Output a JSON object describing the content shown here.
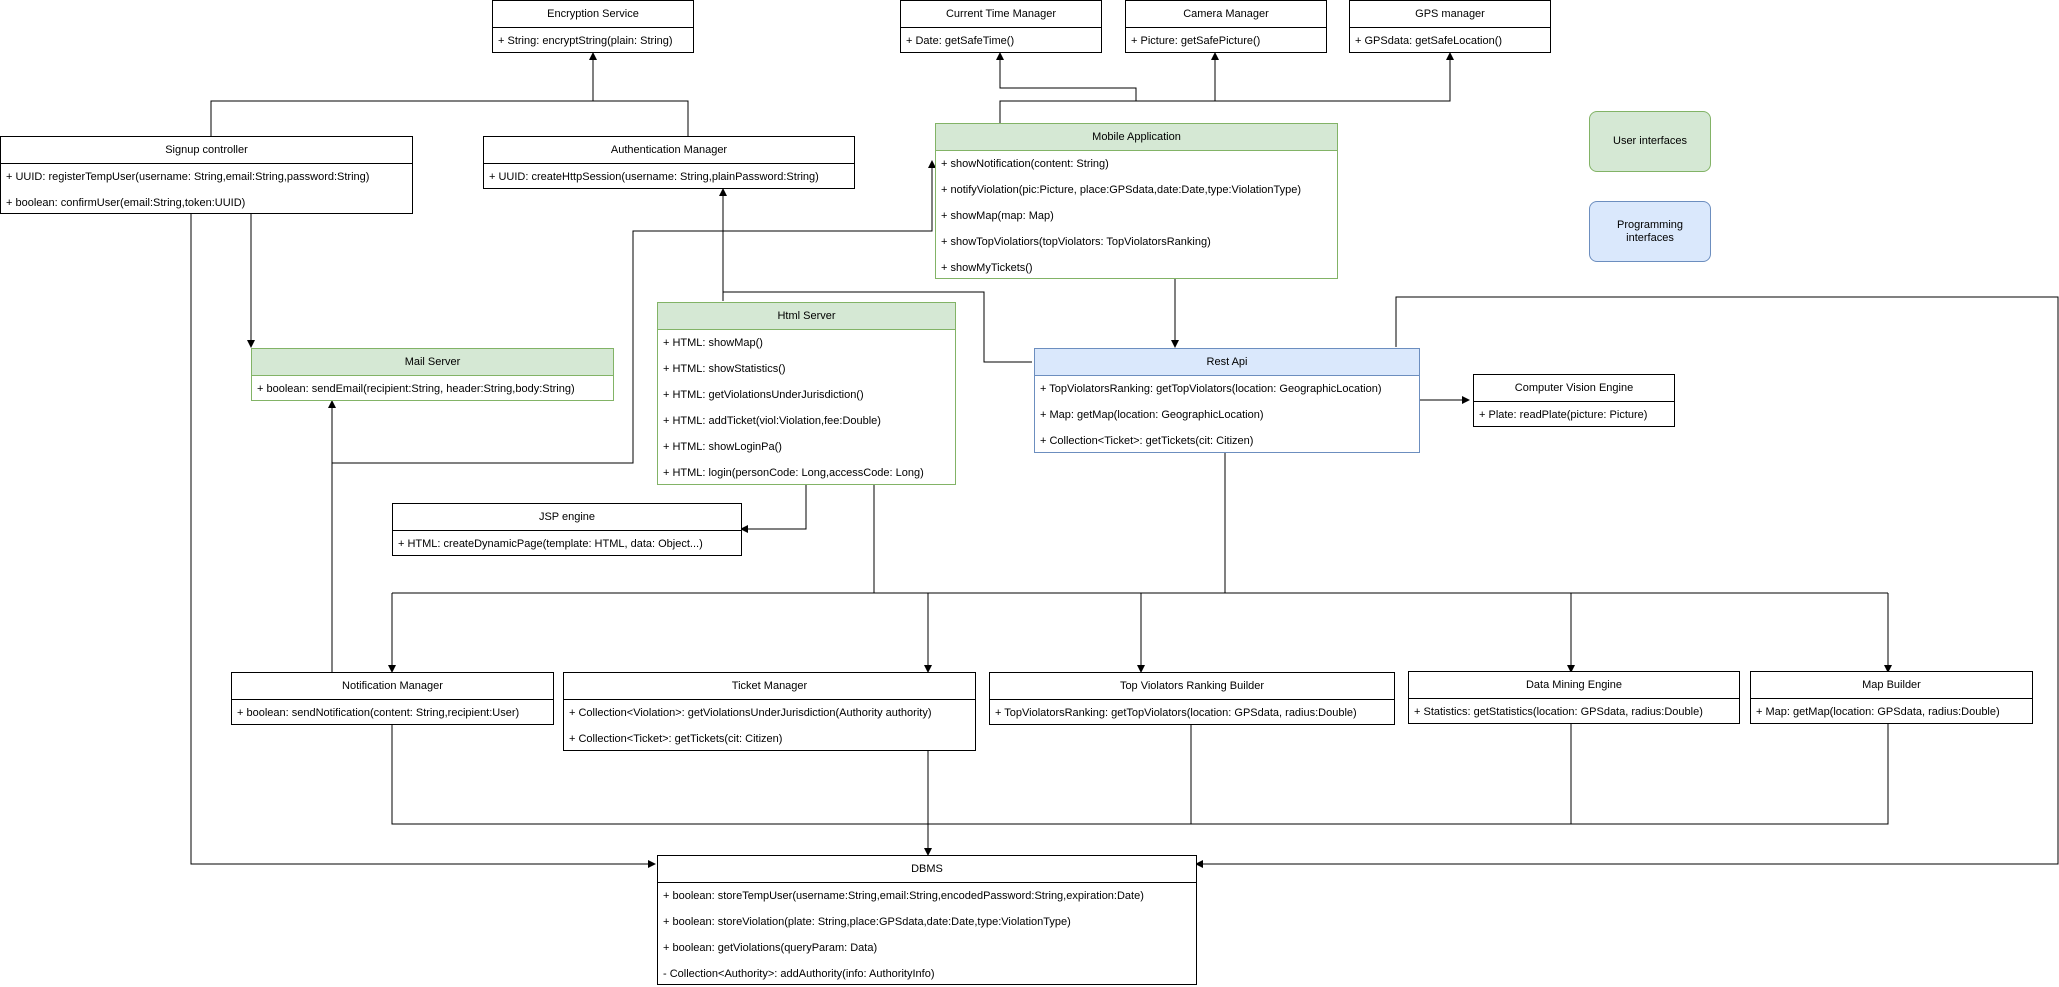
{
  "classes": {
    "encryption": {
      "title": "Encryption Service",
      "ops": [
        "+ String: encryptString(plain: String)"
      ]
    },
    "time": {
      "title": "Current Time Manager",
      "ops": [
        "+ Date: getSafeTime()"
      ]
    },
    "camera": {
      "title": "Camera Manager",
      "ops": [
        "+ Picture: getSafePicture()"
      ]
    },
    "gps": {
      "title": "GPS manager",
      "ops": [
        "+ GPSdata: getSafeLocation()"
      ]
    },
    "signup": {
      "title": "Signup controller",
      "ops": [
        "+ UUID: registerTempUser(username: String,email:String,password:String)",
        "+ boolean: confirmUser(email:String,token:UUID)"
      ]
    },
    "auth": {
      "title": "Authentication Manager",
      "ops": [
        "+ UUID: createHttpSession(username: String,plainPassword:String)"
      ]
    },
    "mobile": {
      "title": "Mobile Application",
      "ops": [
        "+ showNotification(content: String)",
        "+ notifyViolation(pic:Picture, place:GPSdata,date:Date,type:ViolationType)",
        "+ showMap(map: Map)",
        "+ showTopViolatiors(topViolators: TopViolatorsRanking)",
        "+ showMyTickets()"
      ]
    },
    "html": {
      "title": "Html Server",
      "ops": [
        "+ HTML: showMap()",
        "+ HTML: showStatistics()",
        "+ HTML: getViolationsUnderJurisdiction()",
        "+ HTML: addTicket(viol:Violation,fee:Double)",
        "+ HTML: showLoginPa()",
        "+ HTML: login(personCode: Long,accessCode: Long)"
      ]
    },
    "mail": {
      "title": "Mail Server",
      "ops": [
        "+ boolean: sendEmail(recipient:String, header:String,body:String)"
      ]
    },
    "rest": {
      "title": "Rest Api",
      "ops": [
        "+ TopViolatorsRanking: getTopViolators(location: GeographicLocation)",
        "+ Map: getMap(location: GeographicLocation)",
        "+ Collection<Ticket>: getTickets(cit: Citizen)"
      ]
    },
    "cv": {
      "title": "Computer Vision Engine",
      "ops": [
        "+ Plate: readPlate(picture: Picture)"
      ]
    },
    "jsp": {
      "title": "JSP engine",
      "ops": [
        "+ HTML: createDynamicPage(template: HTML, data: Object...)"
      ]
    },
    "notif": {
      "title": "Notification Manager",
      "ops": [
        "+ boolean: sendNotification(content: String,recipient:User)"
      ]
    },
    "ticket": {
      "title": "Ticket Manager",
      "ops": [
        "+ Collection<Violation>: getViolationsUnderJurisdiction(Authority authority)",
        "+ Collection<Ticket>: getTickets(cit: Citizen)"
      ]
    },
    "topviol": {
      "title": "Top Violators Ranking Builder",
      "ops": [
        "+ TopViolatorsRanking: getTopViolators(location: GPSdata, radius:Double)"
      ]
    },
    "mining": {
      "title": "Data Mining Engine",
      "ops": [
        "+ Statistics: getStatistics(location: GPSdata, radius:Double)"
      ]
    },
    "map": {
      "title": "Map Builder",
      "ops": [
        "+ Map: getMap(location: GPSdata, radius:Double)"
      ]
    },
    "dbms": {
      "title": "DBMS",
      "ops": [
        "+ boolean: storeTempUser(username:String,email:String,encodedPassword:String,expiration:Date)",
        "+ boolean: storeViolation(plate: String,place:GPSdata,date:Date,type:ViolationType)",
        "+ boolean: getViolations(queryParam: Data)",
        "- Collection<Authority>: addAuthority(info: AuthorityInfo)"
      ]
    }
  },
  "legend": {
    "user": "User interfaces",
    "programming": "Programming interfaces"
  }
}
